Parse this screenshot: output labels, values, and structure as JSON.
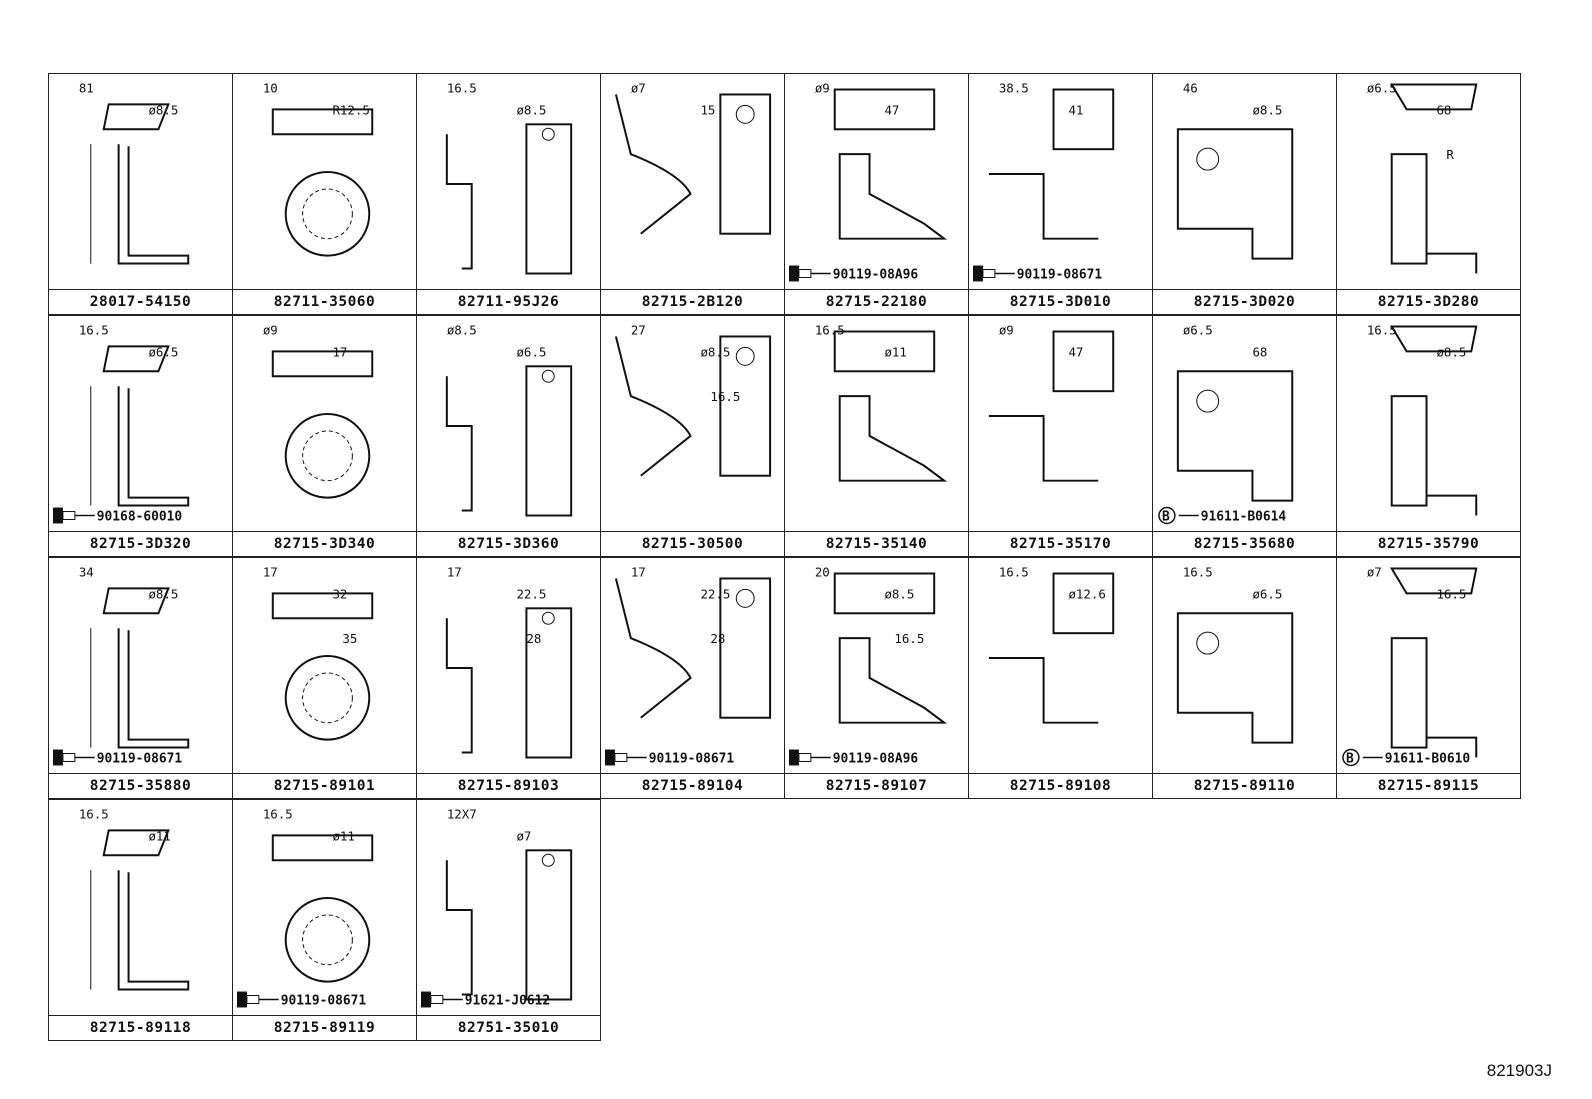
{
  "parts": [
    {
      "part_no": "28017-54150",
      "dims": [
        "81",
        "ø8.5"
      ]
    },
    {
      "part_no": "82711-35060",
      "dims": [
        "10",
        "R12.5"
      ]
    },
    {
      "part_no": "82711-95J26",
      "dims": [
        "16.5",
        "ø8.5"
      ]
    },
    {
      "part_no": "82715-2B120",
      "dims": [
        "ø7",
        "15"
      ]
    },
    {
      "part_no": "82715-22180",
      "dims": [
        "ø9",
        "47"
      ],
      "bolt": "90119-08A96"
    },
    {
      "part_no": "82715-3D010",
      "dims": [
        "38.5",
        "41"
      ],
      "bolt": "90119-08671"
    },
    {
      "part_no": "82715-3D020",
      "dims": [
        "46",
        "ø8.5"
      ]
    },
    {
      "part_no": "82715-3D280",
      "dims": [
        "ø6.5",
        "68",
        "R"
      ]
    },
    {
      "part_no": "82715-3D320",
      "dims": [
        "16.5",
        "ø6.5"
      ],
      "bolt": "90168-60010"
    },
    {
      "part_no": "82715-3D340",
      "dims": [
        "ø9",
        "17"
      ]
    },
    {
      "part_no": "82715-3D360",
      "dims": [
        "ø8.5",
        "ø6.5"
      ]
    },
    {
      "part_no": "82715-30500",
      "dims": [
        "27",
        "ø8.5",
        "16.5"
      ]
    },
    {
      "part_no": "82715-35140",
      "dims": [
        "16.5",
        "ø11"
      ]
    },
    {
      "part_no": "82715-35170",
      "dims": [
        "ø9",
        "47"
      ]
    },
    {
      "part_no": "82715-35680",
      "dims": [
        "ø6.5",
        "68"
      ],
      "bolt": "91611-B0614",
      "bolt_mark": "B"
    },
    {
      "part_no": "82715-35790",
      "dims": [
        "16.5",
        "ø8.5"
      ]
    },
    {
      "part_no": "82715-35880",
      "dims": [
        "34",
        "ø8.5"
      ],
      "bolt": "90119-08671"
    },
    {
      "part_no": "82715-89101",
      "dims": [
        "17",
        "32",
        "35"
      ]
    },
    {
      "part_no": "82715-89103",
      "dims": [
        "17",
        "22.5",
        "28"
      ]
    },
    {
      "part_no": "82715-89104",
      "dims": [
        "17",
        "22.5",
        "28"
      ],
      "bolt": "90119-08671"
    },
    {
      "part_no": "82715-89107",
      "dims": [
        "20",
        "ø8.5",
        "16.5"
      ],
      "bolt": "90119-08A96"
    },
    {
      "part_no": "82715-89108",
      "dims": [
        "16.5",
        "ø12.6"
      ]
    },
    {
      "part_no": "82715-89110",
      "dims": [
        "16.5",
        "ø6.5"
      ]
    },
    {
      "part_no": "82715-89115",
      "dims": [
        "ø7",
        "16.5"
      ],
      "bolt": "91611-B0610",
      "bolt_mark": "B"
    },
    {
      "part_no": "82715-89118",
      "dims": [
        "16.5",
        "ø11"
      ]
    },
    {
      "part_no": "82715-89119",
      "dims": [
        "16.5",
        "ø11"
      ],
      "bolt": "90119-08671"
    },
    {
      "part_no": "82751-35010",
      "dims": [
        "12X7",
        "ø7"
      ],
      "bolt": "91621-J0612"
    }
  ],
  "diagram_code": "821903J"
}
